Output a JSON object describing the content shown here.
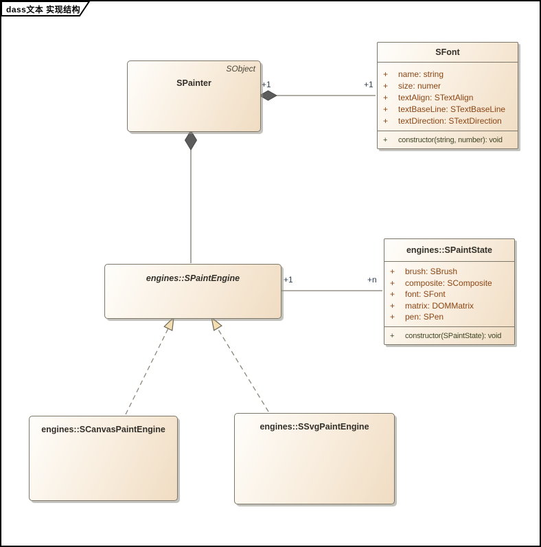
{
  "frame": {
    "label": "dass文本 实现结构"
  },
  "colors": {
    "attribute_text": "#8b4513",
    "operation_text": "#3e4423",
    "multiplicity_text": "#2e3e52",
    "box_fill_light": "#fffefb",
    "box_fill_dark": "#f0dcc2",
    "box_border": "#7b7668",
    "connector_line": "#7d7a6d",
    "composition_diamond_fill": "#5c5c5c",
    "realization_triangle_fill": "#f3ddb3"
  },
  "classes": {
    "spainter": {
      "name": "SPainter",
      "annotation": "SObject"
    },
    "sfont": {
      "name": "SFont",
      "attributes": [
        {
          "visibility": "+",
          "text": "name: string"
        },
        {
          "visibility": "+",
          "text": "size: numer"
        },
        {
          "visibility": "+",
          "text": "textAlign: STextAlign"
        },
        {
          "visibility": "+",
          "text": "textBaseLine: STextBaseLine"
        },
        {
          "visibility": "+",
          "text": "textDirection: STextDirection"
        }
      ],
      "operations": [
        {
          "visibility": "+",
          "text": "constructor(string, number): void"
        }
      ]
    },
    "spaintengine": {
      "name": "engines::SPaintEngine",
      "abstract": true
    },
    "spaintstate": {
      "name": "engines::SPaintState",
      "attributes": [
        {
          "visibility": "+",
          "text": "brush: SBrush"
        },
        {
          "visibility": "+",
          "text": "composite: SComposite"
        },
        {
          "visibility": "+",
          "text": "font: SFont"
        },
        {
          "visibility": "+",
          "text": "matrix: DOMMatrix"
        },
        {
          "visibility": "+",
          "text": "pen: SPen"
        }
      ],
      "operations": [
        {
          "visibility": "+",
          "text": "constructor(SPaintState): void"
        }
      ]
    },
    "scanvaspaintengine": {
      "name": "engines::SCanvasPaintEngine"
    },
    "ssvgpaintengine": {
      "name": "engines::SSvgPaintEngine"
    }
  },
  "relations": {
    "painter_font": {
      "type": "composition",
      "source_multiplicity": "+1",
      "target_multiplicity": "+1"
    },
    "painter_engine": {
      "type": "composition"
    },
    "engine_state": {
      "type": "association",
      "source_multiplicity": "+1",
      "target_multiplicity": "+n"
    },
    "canvas_realization": {
      "type": "realization"
    },
    "svg_realization": {
      "type": "realization"
    }
  }
}
